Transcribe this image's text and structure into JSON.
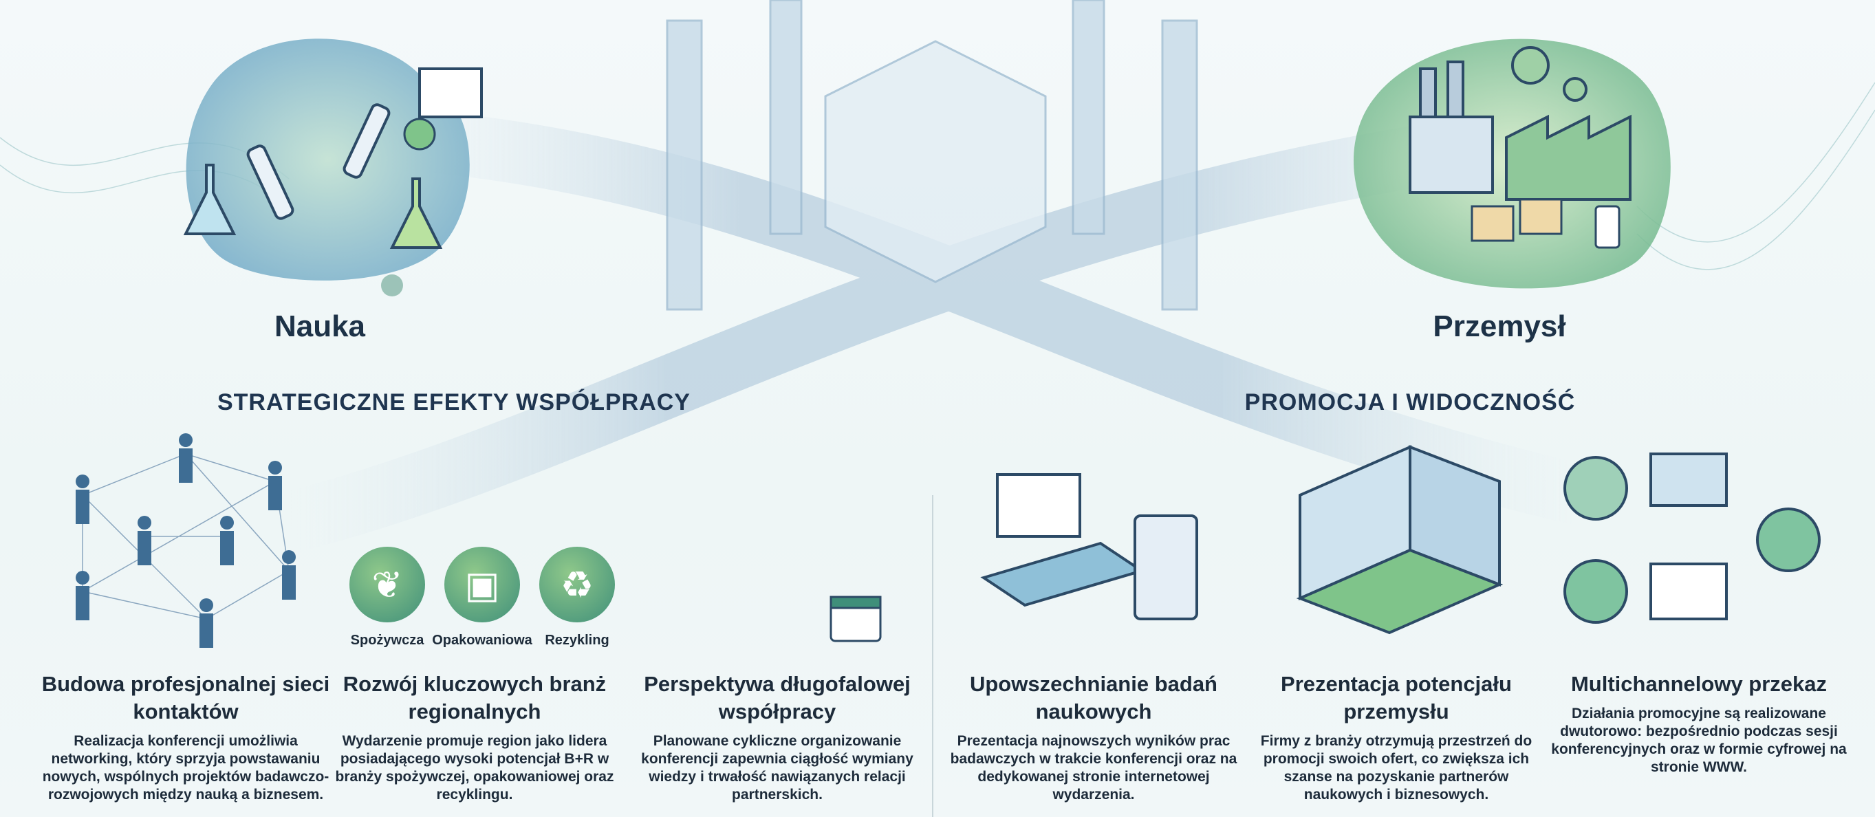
{
  "hubs": {
    "left_label": "Nauka",
    "right_label": "Przemysł"
  },
  "sections": {
    "left_heading": "STRATEGICZNE EFEKTY WSPÓŁPRACY",
    "right_heading": "PROMOCJA I WIDOCZNOŚĆ"
  },
  "industries": [
    {
      "label": "Spożywcza",
      "icon": "sprout-icon"
    },
    {
      "label": "Opakowaniowa",
      "icon": "box-icon"
    },
    {
      "label": "Rezykling",
      "icon": "recycle-icon"
    }
  ],
  "columns": [
    {
      "title": "Budowa profesjonalnej sieci kontaktów",
      "text": "Realizacja konferencji umożliwia networking, który sprzyja powstawaniu nowych, wspólnych projektów badawczo-rozwojowych między nauką a biznesem."
    },
    {
      "title": "Rozwój kluczowych branż regionalnych",
      "text": "Wydarzenie promuje region jako lidera posiadającego wysoki potencjał B+R w branży spożywczej, opakowaniowej oraz recyklingu."
    },
    {
      "title": "Perspektywa długofalowej współpracy",
      "text": "Planowane cykliczne organizowanie konferencji zapewnia ciągłość wymiany wiedzy i trwałość nawiązanych relacji partnerskich."
    },
    {
      "title": "Upowszechnianie badań naukowych",
      "text": "Prezentacja najnowszych wyników prac badawczych w trakcie konferencji oraz na dedykowanej stronie internetowej wydarzenia."
    },
    {
      "title": "Prezentacja potencjału przemysłu",
      "text": "Firmy z branży otrzymują przestrzeń do promocji swoich ofert, co zwiększa ich szanse na pozyskanie partnerów naukowych i biznesowych."
    },
    {
      "title": "Multichannelowy przekaz",
      "text": "Działania promocyjne są realizowane dwutorowo: bezpośrednio podczas sesji konferencyjnych oraz w formie cyfrowej na stronie WWW."
    }
  ],
  "colors": {
    "navy": "#1d2b3a",
    "green": "#3f8f7a",
    "blue": "#7fa8c9"
  }
}
